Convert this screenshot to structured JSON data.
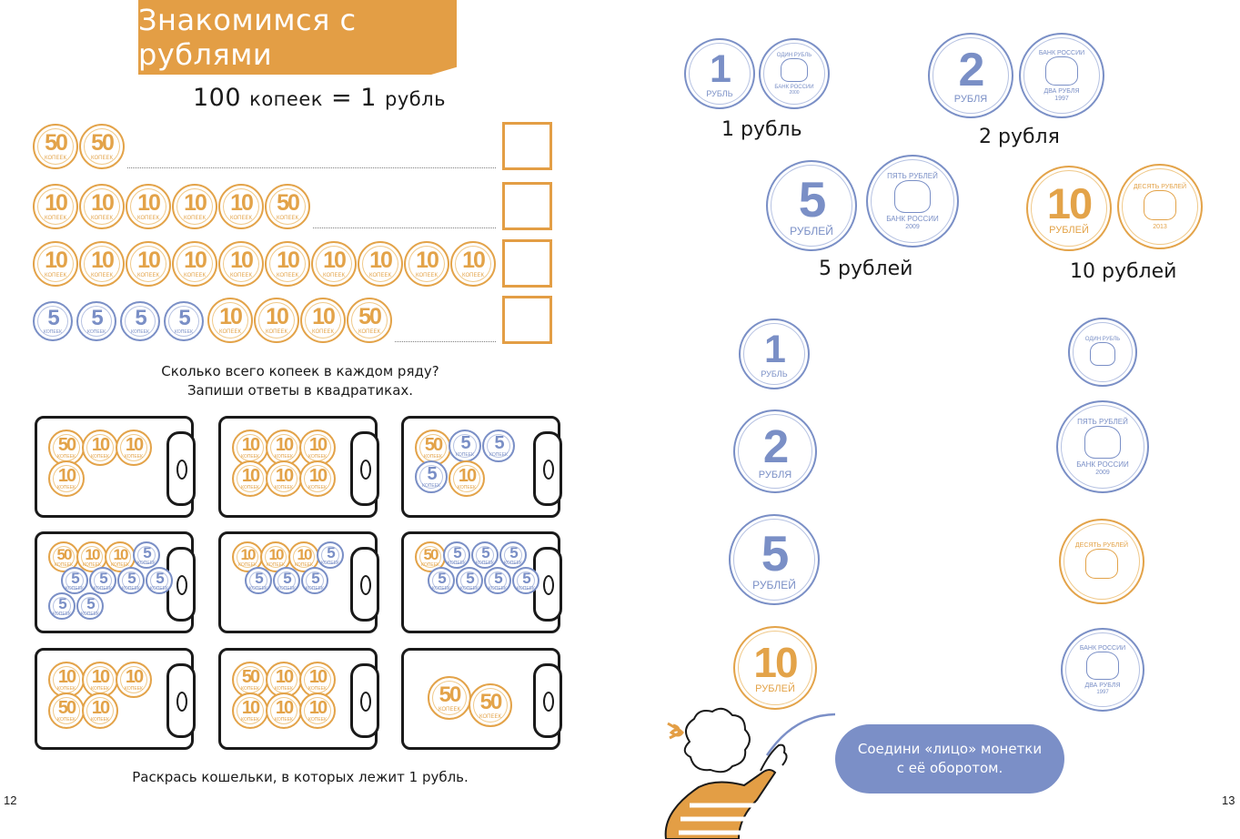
{
  "left_page": {
    "title": "Знакомимся с рублями",
    "equation": {
      "left_num": "100",
      "left_unit": "копеек",
      "eq": "=",
      "right_num": "1",
      "right_unit": "рубль"
    },
    "rows": [
      {
        "coins": [
          "50",
          "50"
        ]
      },
      {
        "coins": [
          "10",
          "10",
          "10",
          "10",
          "10",
          "50"
        ]
      },
      {
        "coins": [
          "10",
          "10",
          "10",
          "10",
          "10",
          "10",
          "10",
          "10",
          "10",
          "10"
        ]
      },
      {
        "coins": [
          "5",
          "5",
          "5",
          "5",
          "10",
          "10",
          "10",
          "50"
        ]
      }
    ],
    "coin_label_gold": "КОПЕЕК",
    "coin_label_blue": "КОПЕЕК",
    "question_line1": "Сколько всего копеек в каждом ряду?",
    "question_line2": "Запиши ответы в квадратиках.",
    "wallets": [
      {
        "coins": [
          "50",
          "10",
          "10",
          "10"
        ]
      },
      {
        "coins": [
          "10",
          "10",
          "10",
          "10",
          "10",
          "10"
        ]
      },
      {
        "coins": [
          "50",
          "5",
          "5",
          "5",
          "10"
        ]
      },
      {
        "coins": [
          "50",
          "10",
          "10",
          "5",
          "5",
          "5",
          "5",
          "5",
          "5",
          "5"
        ]
      },
      {
        "coins": [
          "10",
          "10",
          "10",
          "5",
          "5",
          "5",
          "5"
        ]
      },
      {
        "coins": [
          "50",
          "5",
          "5",
          "5",
          "5",
          "5",
          "5",
          "5"
        ]
      },
      {
        "coins": [
          "10",
          "10",
          "10",
          "50",
          "10"
        ]
      },
      {
        "coins": [
          "50",
          "10",
          "10",
          "10",
          "10",
          "10"
        ]
      },
      {
        "coins": [
          "50",
          "50"
        ]
      }
    ],
    "color_instruction": "Раскрась кошельки, в которых лежит 1 рубль.",
    "page_number": "12"
  },
  "right_page": {
    "coin_pairs": [
      {
        "value": "1",
        "front_label": "РУБЛЬ",
        "back_top": "ОДИН РУБЛЬ",
        "back_bottom": "БАНК РОССИИ",
        "year": "2000",
        "caption": "1 рубль",
        "color": "blue"
      },
      {
        "value": "2",
        "front_label": "РУБЛЯ",
        "back_top": "БАНК РОССИИ",
        "back_bottom": "ДВА РУБЛЯ",
        "year": "1997",
        "caption": "2 рубля",
        "color": "blue"
      },
      {
        "value": "5",
        "front_label": "РУБЛЕЙ",
        "back_top": "ПЯТЬ РУБЛЕЙ",
        "back_bottom": "БАНК РОССИИ",
        "year": "2009",
        "caption": "5 рублей",
        "color": "blue"
      },
      {
        "value": "10",
        "front_label": "РУБЛЕЙ",
        "back_top": "ДЕСЯТЬ РУБЛЕЙ",
        "back_bottom": "",
        "year": "2013",
        "caption": "10 рублей",
        "color": "gold"
      }
    ],
    "match_fronts": [
      {
        "value": "1",
        "label": "РУБЛЬ",
        "color": "blue"
      },
      {
        "value": "2",
        "label": "РУБЛЯ",
        "color": "blue"
      },
      {
        "value": "5",
        "label": "РУБЛЕЙ",
        "color": "blue"
      },
      {
        "value": "10",
        "label": "РУБЛЕЙ",
        "color": "gold"
      }
    ],
    "match_backs": [
      {
        "top": "ОДИН РУБЛЬ",
        "bottom": "",
        "color": "blue"
      },
      {
        "top": "ПЯТЬ РУБЛЕЙ",
        "bottom": "БАНК РОССИИ",
        "year": "2009",
        "color": "blue"
      },
      {
        "top": "ДЕСЯТЬ РУБЛЕЙ",
        "bottom": "",
        "color": "gold"
      },
      {
        "top": "БАНК РОССИИ",
        "bottom": "ДВА РУБЛЯ",
        "year": "1997",
        "color": "blue"
      }
    ],
    "bubble_line1": "Соедини «лицо» монетки",
    "bubble_line2": "с её оборотом.",
    "page_number": "13"
  },
  "colors": {
    "accent": "#e39e45",
    "blue": "#7a8fc6",
    "bubble": "#7b8fc7",
    "ink": "#1a1a1a"
  }
}
